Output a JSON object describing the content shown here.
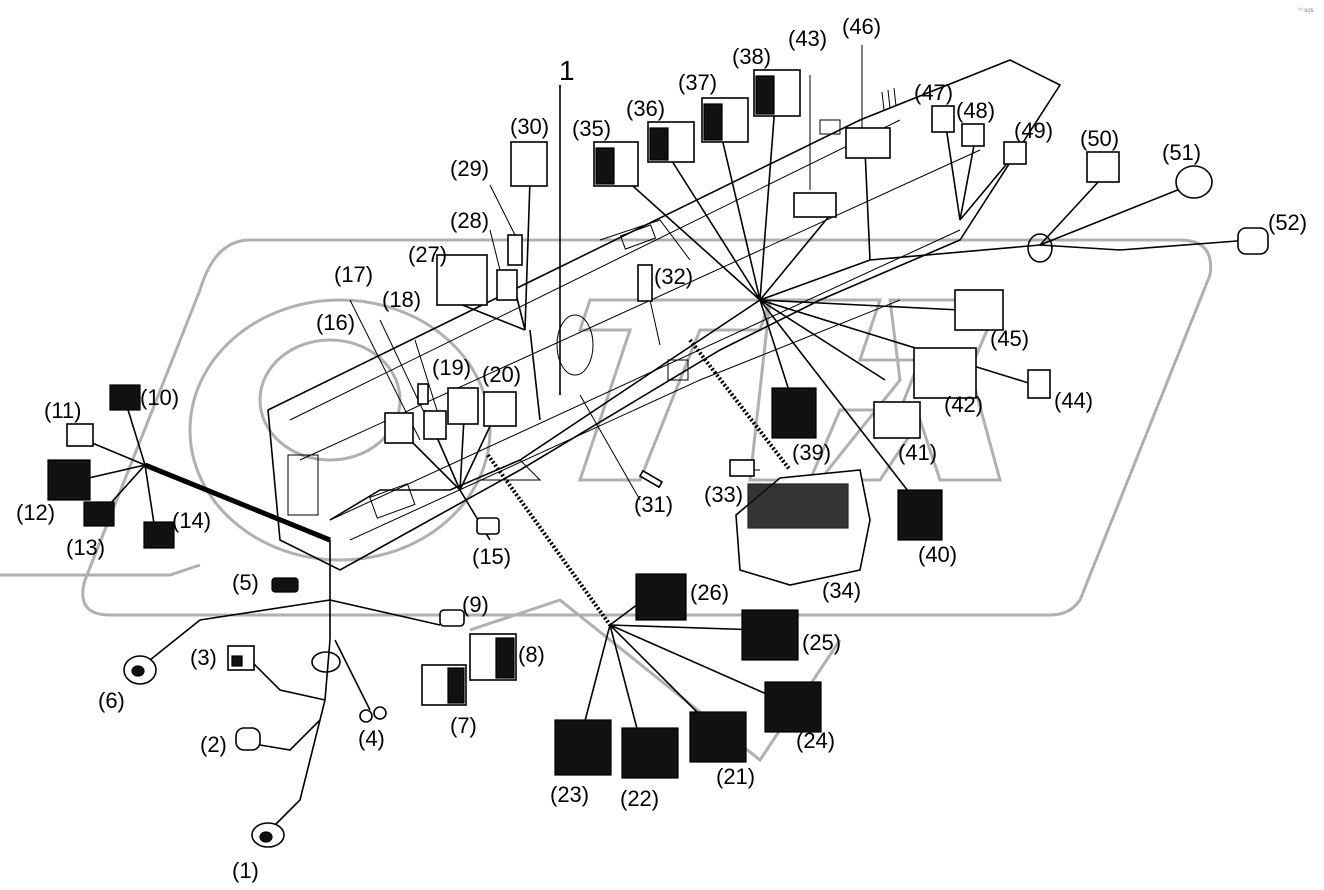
{
  "diagram": {
    "type": "exploded-parts-view",
    "subject": "instrument panel wiring harness",
    "main_label": "1",
    "corner_mark": "°ⁿ sos",
    "watermark": "gray logo outline",
    "colors": {
      "line": "#000000",
      "watermark": "#b0b0b0",
      "background": "#ffffff"
    },
    "callouts": [
      {
        "id": "c1",
        "text": "(1)"
      },
      {
        "id": "c2",
        "text": "(2)"
      },
      {
        "id": "c3",
        "text": "(3)"
      },
      {
        "id": "c4",
        "text": "(4)"
      },
      {
        "id": "c5",
        "text": "(5)"
      },
      {
        "id": "c6",
        "text": "(6)"
      },
      {
        "id": "c7",
        "text": "(7)"
      },
      {
        "id": "c8",
        "text": "(8)"
      },
      {
        "id": "c9",
        "text": "(9)"
      },
      {
        "id": "c10",
        "text": "(10)"
      },
      {
        "id": "c11",
        "text": "(11)"
      },
      {
        "id": "c12",
        "text": "(12)"
      },
      {
        "id": "c13",
        "text": "(13)"
      },
      {
        "id": "c14",
        "text": "(14)"
      },
      {
        "id": "c15",
        "text": "(15)"
      },
      {
        "id": "c16",
        "text": "(16)"
      },
      {
        "id": "c17",
        "text": "(17)"
      },
      {
        "id": "c18",
        "text": "(18)"
      },
      {
        "id": "c19",
        "text": "(19)"
      },
      {
        "id": "c20",
        "text": "(20)"
      },
      {
        "id": "c21",
        "text": "(21)"
      },
      {
        "id": "c22",
        "text": "(22)"
      },
      {
        "id": "c23",
        "text": "(23)"
      },
      {
        "id": "c24",
        "text": "(24)"
      },
      {
        "id": "c25",
        "text": "(25)"
      },
      {
        "id": "c26",
        "text": "(26)"
      },
      {
        "id": "c27",
        "text": "(27)"
      },
      {
        "id": "c28",
        "text": "(28)"
      },
      {
        "id": "c29",
        "text": "(29)"
      },
      {
        "id": "c30",
        "text": "(30)"
      },
      {
        "id": "c31",
        "text": "(31)"
      },
      {
        "id": "c32",
        "text": "(32)"
      },
      {
        "id": "c33",
        "text": "(33)"
      },
      {
        "id": "c34",
        "text": "(34)"
      },
      {
        "id": "c35",
        "text": "(35)"
      },
      {
        "id": "c36",
        "text": "(36)"
      },
      {
        "id": "c37",
        "text": "(37)"
      },
      {
        "id": "c38",
        "text": "(38)"
      },
      {
        "id": "c39",
        "text": "(39)"
      },
      {
        "id": "c40",
        "text": "(40)"
      },
      {
        "id": "c41",
        "text": "(41)"
      },
      {
        "id": "c42",
        "text": "(42)"
      },
      {
        "id": "c43",
        "text": "(43)"
      },
      {
        "id": "c44",
        "text": "(44)"
      },
      {
        "id": "c45",
        "text": "(45)"
      },
      {
        "id": "c46",
        "text": "(46)"
      },
      {
        "id": "c47",
        "text": "(47)"
      },
      {
        "id": "c48",
        "text": "(48)"
      },
      {
        "id": "c49",
        "text": "(49)"
      },
      {
        "id": "c50",
        "text": "(50)"
      },
      {
        "id": "c51",
        "text": "(51)"
      },
      {
        "id": "c52",
        "text": "(52)"
      }
    ]
  }
}
